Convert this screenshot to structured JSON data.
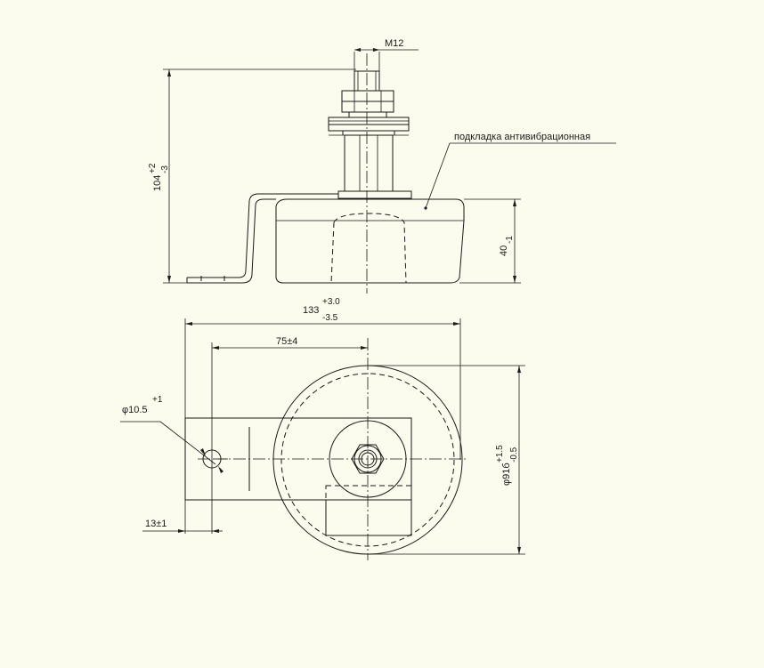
{
  "dims": {
    "thread": "M12",
    "height_main": "104",
    "height_tol_upper": "+2",
    "height_tol_lower": "-3",
    "pad_height": "40",
    "pad_height_tol": "-1",
    "width_main": "133",
    "width_tol_upper": "+3.0",
    "width_tol_lower": "-3.5",
    "hole_spacing": "75±4",
    "hole_diameter": "φ10.5",
    "hole_diameter_tol": "+1",
    "edge_offset": "13±1",
    "pad_diameter": "φ91б",
    "pad_diameter_tol_upper": "+1.5",
    "pad_diameter_tol_lower": "-0.5"
  },
  "labels": {
    "pad_callout": "подкладка антивибрационная"
  },
  "colors": {
    "background": "#fbfbee",
    "ink": "#1a1a1a"
  }
}
